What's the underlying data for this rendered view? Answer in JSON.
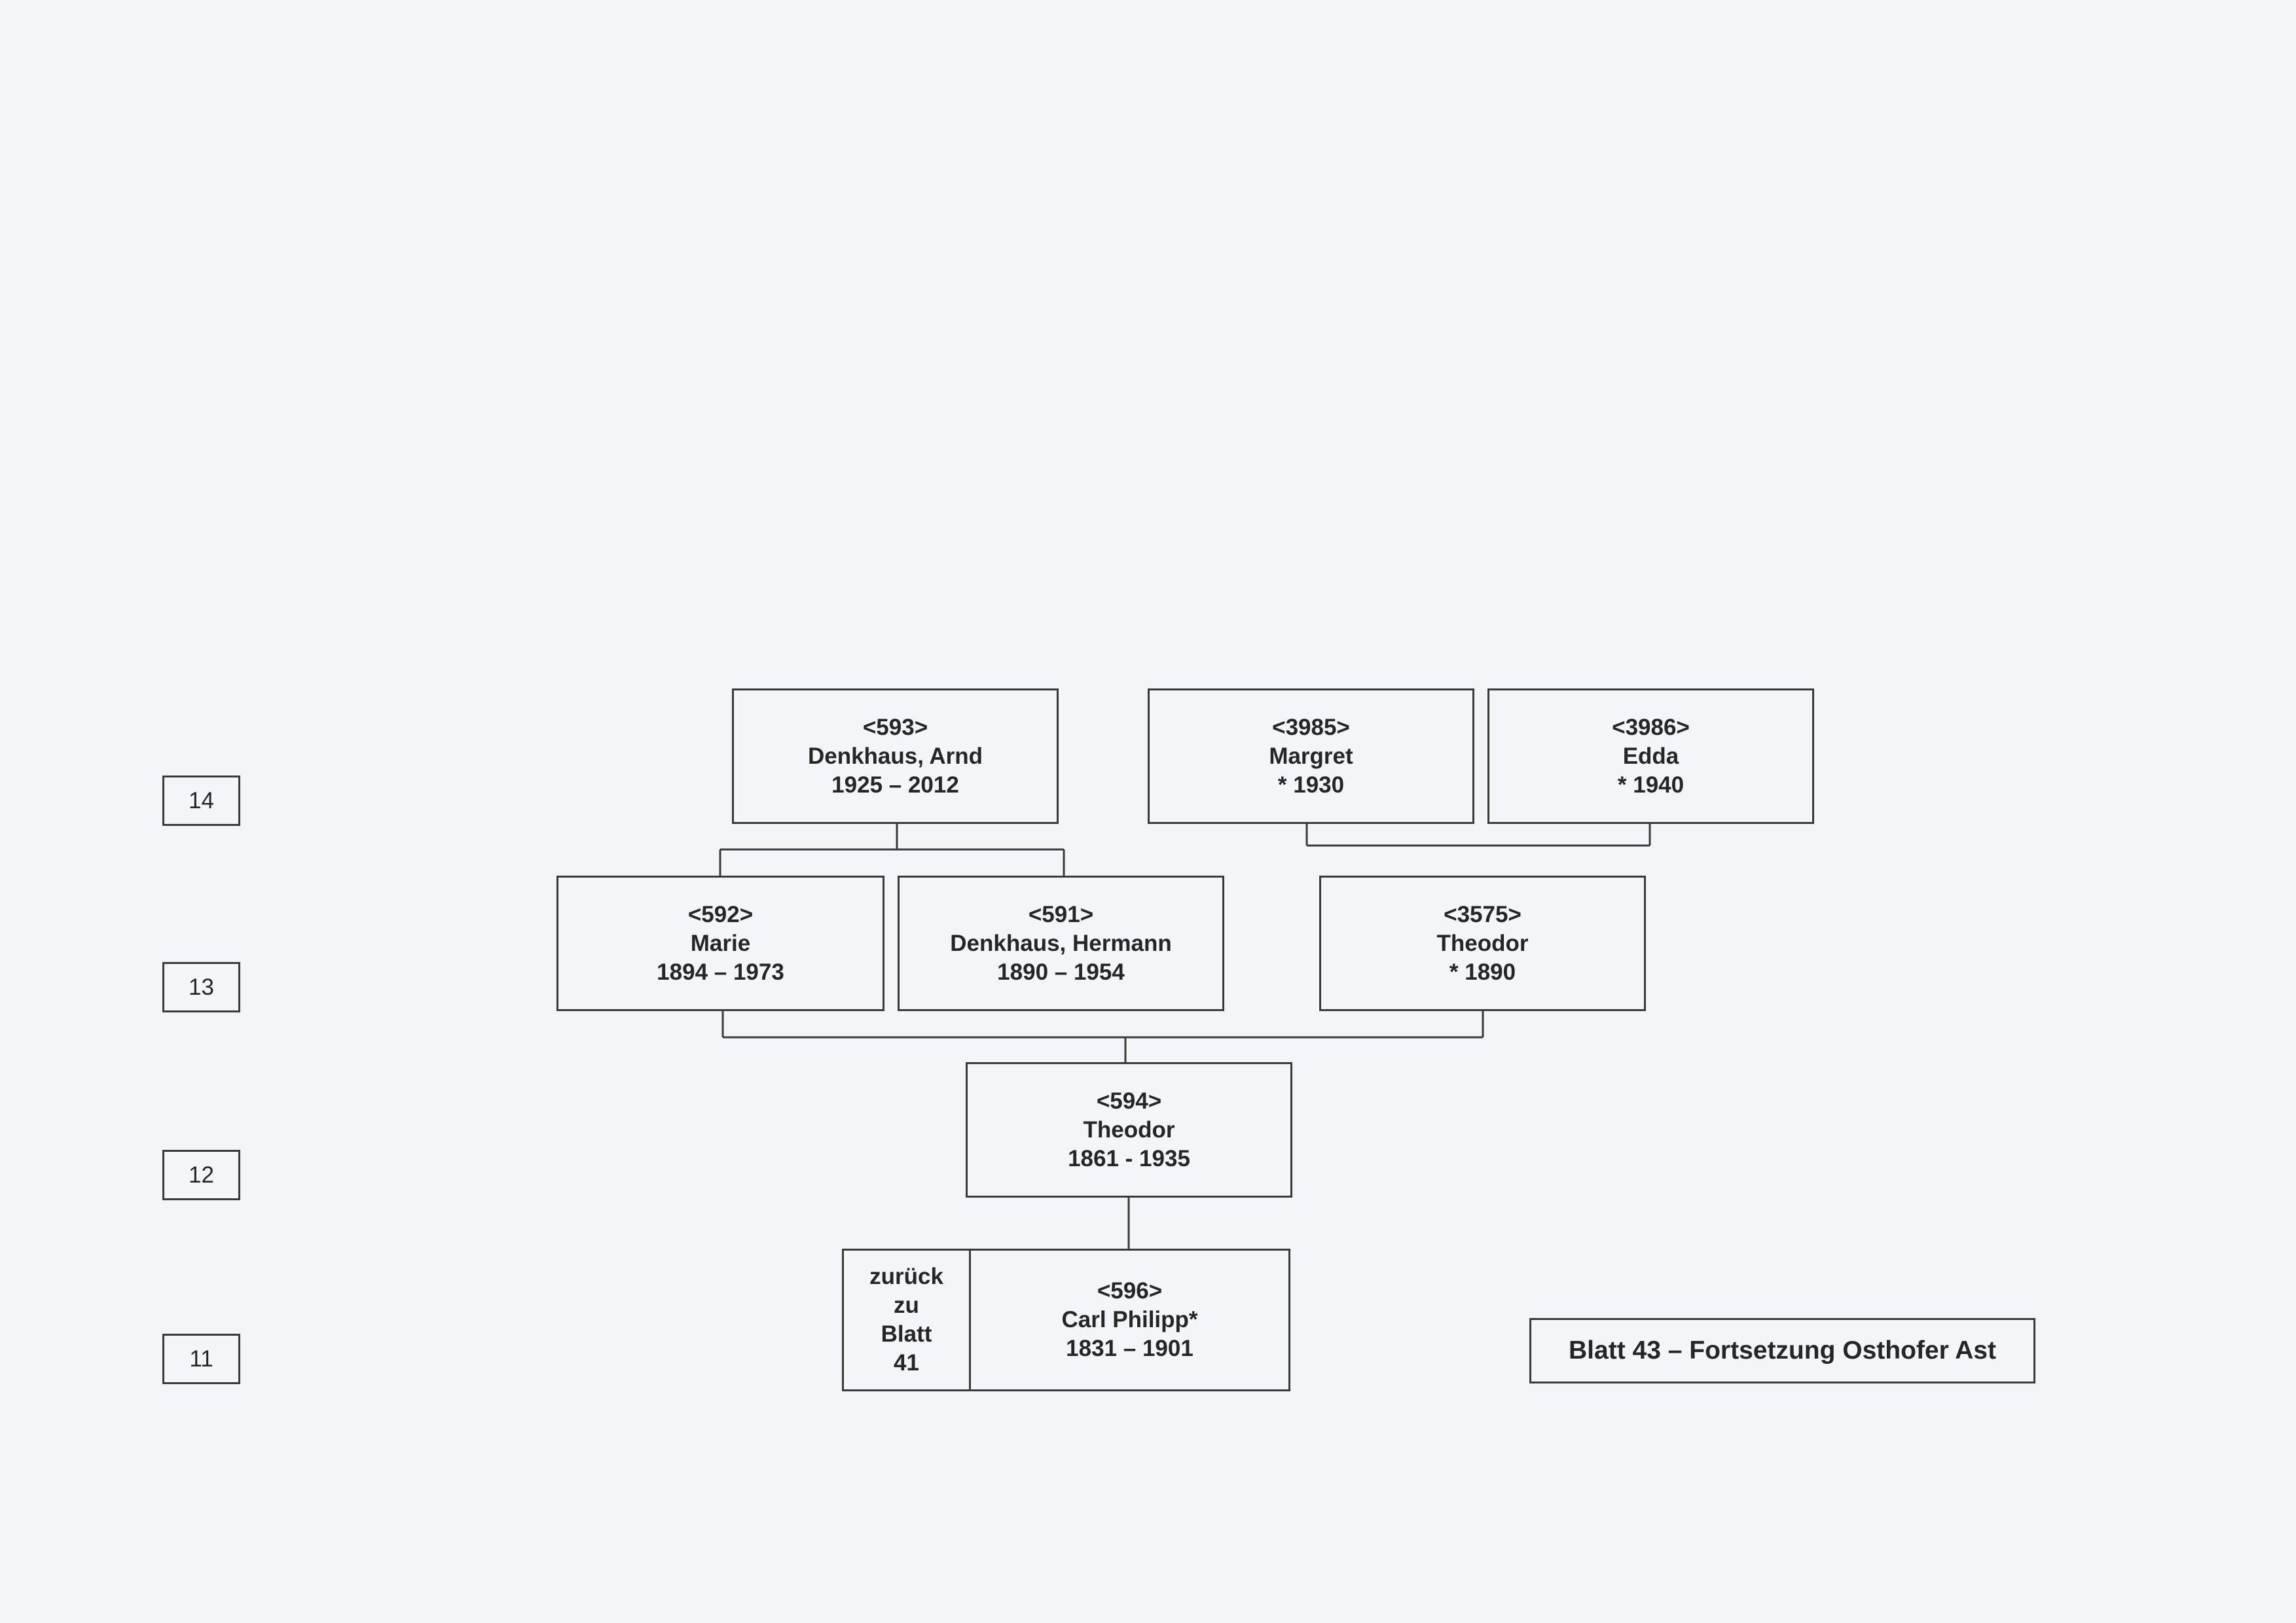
{
  "generations": [
    "14",
    "13",
    "12",
    "11"
  ],
  "persons": {
    "p593": {
      "id": "<593>",
      "name": "Denkhaus, Arnd",
      "dates": "1925 – 2012"
    },
    "p3985": {
      "id": "<3985>",
      "name": "Margret",
      "dates": "* 1930"
    },
    "p3986": {
      "id": "<3986>",
      "name": "Edda",
      "dates": "* 1940"
    },
    "p592": {
      "id": "<592>",
      "name": "Marie",
      "dates": "1894 – 1973"
    },
    "p591": {
      "id": "<591>",
      "name": "Denkhaus, Hermann",
      "dates": "1890 – 1954"
    },
    "p3575": {
      "id": "<3575>",
      "name": "Theodor",
      "dates": "* 1890"
    },
    "p594": {
      "id": "<594>",
      "name": "Theodor",
      "dates": "1861 - 1935"
    },
    "p596": {
      "id": "<596>",
      "name": "Carl Philipp*",
      "dates": "1831 – 1901"
    }
  },
  "back_link": {
    "lines": [
      "zurück",
      "zu",
      "Blatt",
      "41"
    ]
  },
  "sheet_title": "Blatt 43 – Fortsetzung Osthofer Ast"
}
